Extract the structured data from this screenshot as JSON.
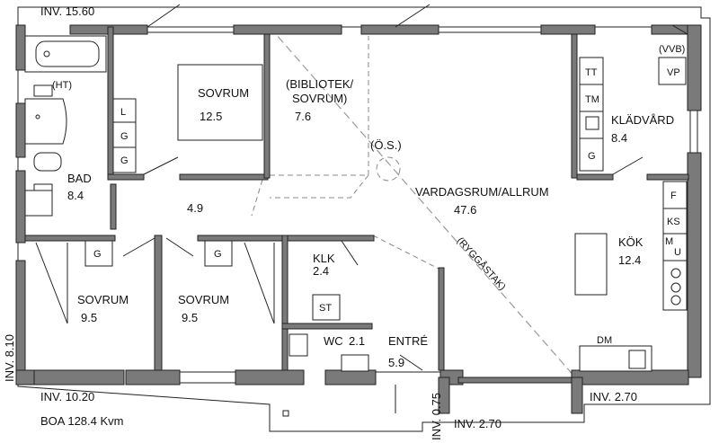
{
  "labels": {
    "inv_top": "INV. 15.60",
    "inv_left": "INV. 8.10",
    "inv_bottom_left": "INV. 10.20",
    "inv_bottom_mid_vertical": "INV. 0.75",
    "inv_bottom_mid": "INV. 2.70",
    "inv_bottom_right": "INV. 2.70",
    "boa": "BOA 128.4 Kvm"
  },
  "rooms": {
    "sovrum_top_name": "SOVRUM",
    "sovrum_top_area": "12.5",
    "bibliotek_name_1": "(BIBLIOTEK/",
    "bibliotek_name_2": "SOVRUM)",
    "bibliotek_area": "7.6",
    "bad_name": "BAD",
    "bad_area": "8.4",
    "hall_area": "4.9",
    "os": "(Ö.S.)",
    "vardagsrum_name": "VARDAGSRUM/ALLRUM",
    "vardagsrum_area": "47.6",
    "ryggastak": "(RYGGÅSTAK)",
    "kladvard_name": "KLÄDVÅRD",
    "kladvard_area": "8.4",
    "kok_name": "KÖK",
    "kok_area": "12.4",
    "klk_name": "KLK",
    "klk_area": "2.4",
    "sovrum_left_name": "SOVRUM",
    "sovrum_left_area": "9.5",
    "sovrum_mid_name": "SOVRUM",
    "sovrum_mid_area": "9.5",
    "wc_name": "WC",
    "wc_area": "2.1",
    "entre_name": "ENTRÉ",
    "entre_area": "5.9"
  },
  "fixtures": {
    "ht": "(HT)",
    "vvb": "(VVB)",
    "vp": "VP",
    "tt": "TT",
    "tm": "TM",
    "l": "L",
    "g": "G",
    "f": "F",
    "ks": "KS",
    "mu_1": "M",
    "mu_2": "U",
    "dm": "DM",
    "st": "ST"
  }
}
